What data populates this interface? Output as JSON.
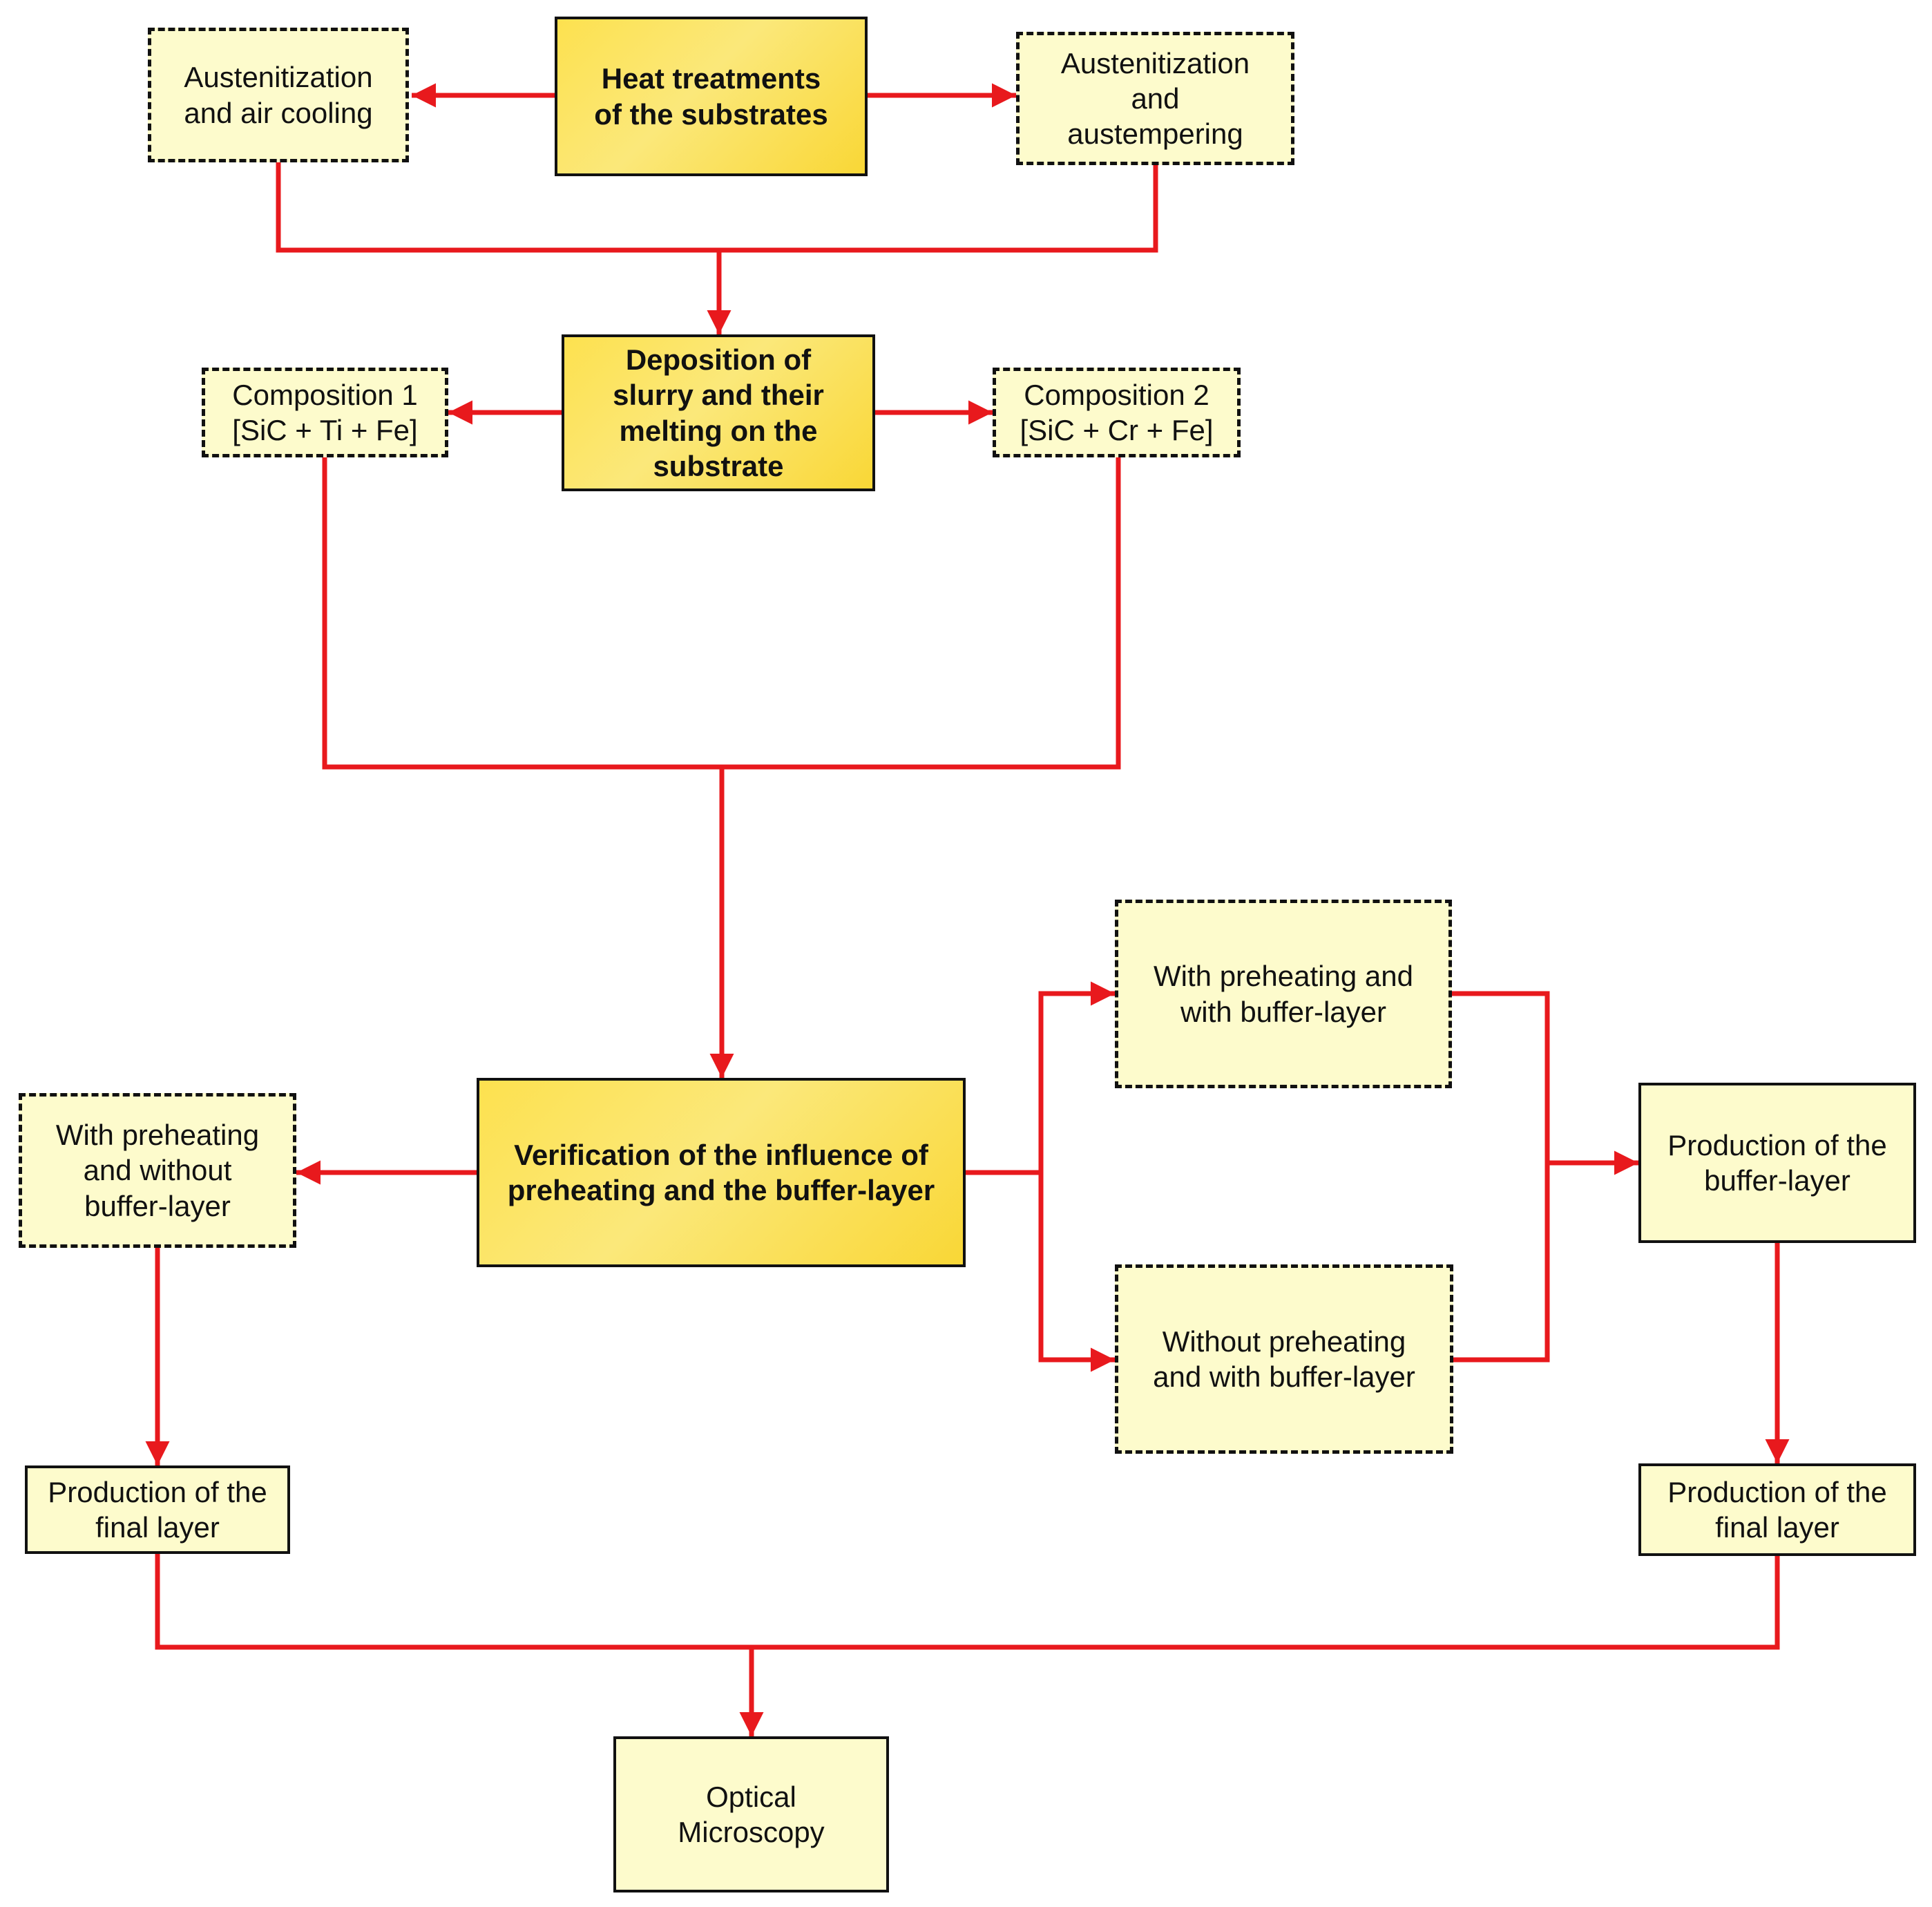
{
  "diagram": {
    "nodes": [
      {
        "id": "heat_treatments",
        "label": "Heat treatments\nof the substrates",
        "style": "main"
      },
      {
        "id": "austenitization_air",
        "label": "Austenitization\nand air cooling",
        "style": "option"
      },
      {
        "id": "austempering",
        "label": "Austenitization\nand\naustempering",
        "style": "option"
      },
      {
        "id": "deposition",
        "label": "Deposition of\nslurry and their\nmelting on the\nsubstrate",
        "style": "main"
      },
      {
        "id": "composition_1",
        "label": "Composition 1\n[SiC + Ti + Fe]",
        "style": "option"
      },
      {
        "id": "composition_2",
        "label": "Composition 2\n[SiC + Cr + Fe]",
        "style": "option"
      },
      {
        "id": "verification",
        "label": "Verification of the influence of\npreheating and the buffer-layer",
        "style": "main"
      },
      {
        "id": "preheat_no_buffer",
        "label": "With preheating\nand without\nbuffer-layer",
        "style": "option"
      },
      {
        "id": "preheat_buffer",
        "label": "With preheating and\nwith buffer-layer",
        "style": "option"
      },
      {
        "id": "no_preheat_buffer",
        "label": "Without preheating\nand with buffer-layer",
        "style": "option"
      },
      {
        "id": "buffer_production",
        "label": "Production of the\nbuffer-layer",
        "style": "step"
      },
      {
        "id": "final_layer_left",
        "label": "Production of the\nfinal layer",
        "style": "step"
      },
      {
        "id": "final_layer_right",
        "label": "Production of the\nfinal layer",
        "style": "step"
      },
      {
        "id": "microscopy",
        "label": "Optical\nMicroscopy",
        "style": "step"
      }
    ],
    "edges": [
      {
        "from": "heat_treatments",
        "to": "austenitization_air"
      },
      {
        "from": "heat_treatments",
        "to": "austempering"
      },
      {
        "from": "austenitization_air",
        "to": "deposition"
      },
      {
        "from": "austempering",
        "to": "deposition"
      },
      {
        "from": "deposition",
        "to": "composition_1"
      },
      {
        "from": "deposition",
        "to": "composition_2"
      },
      {
        "from": "composition_1",
        "to": "verification"
      },
      {
        "from": "composition_2",
        "to": "verification"
      },
      {
        "from": "verification",
        "to": "preheat_no_buffer"
      },
      {
        "from": "verification",
        "to": "preheat_buffer"
      },
      {
        "from": "verification",
        "to": "no_preheat_buffer"
      },
      {
        "from": "preheat_buffer",
        "to": "buffer_production"
      },
      {
        "from": "no_preheat_buffer",
        "to": "buffer_production"
      },
      {
        "from": "preheat_no_buffer",
        "to": "final_layer_left"
      },
      {
        "from": "buffer_production",
        "to": "final_layer_right"
      },
      {
        "from": "final_layer_left",
        "to": "microscopy"
      },
      {
        "from": "final_layer_right",
        "to": "microscopy"
      }
    ],
    "colors": {
      "connector": "#e8191d",
      "main_fill": "#fde14f",
      "option_fill": "#fdfbcc",
      "border": "#111111"
    }
  }
}
